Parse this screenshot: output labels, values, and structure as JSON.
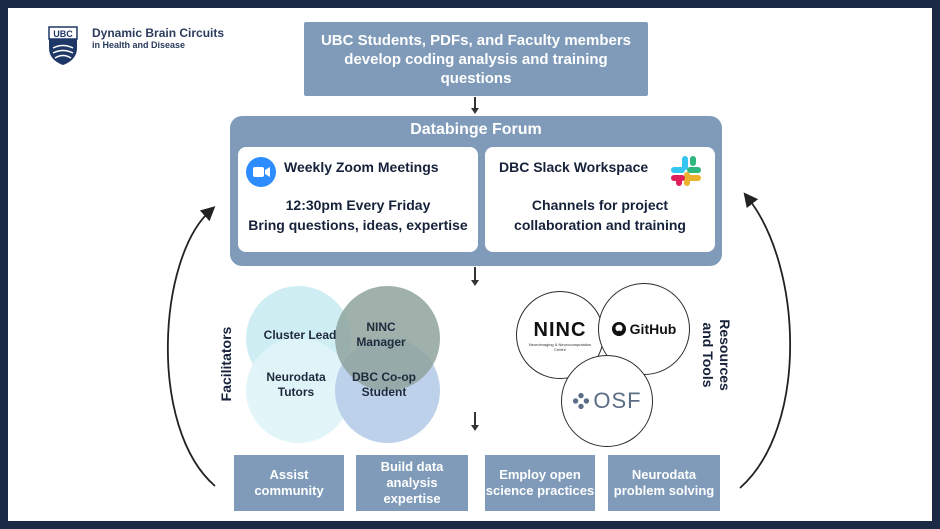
{
  "logo": {
    "mark_text": "UBC",
    "line1": "Dynamic Brain Circuits",
    "line2": "in Health and Disease"
  },
  "top_box": {
    "text": "UBC Students, PDFs, and Faculty members develop coding analysis and training questions"
  },
  "forum": {
    "title": "Databinge Forum",
    "left_card": {
      "title": "Weekly Zoom Meetings",
      "line1": "12:30pm Every Friday",
      "line2": "Bring questions, ideas, expertise",
      "icon": "zoom-icon"
    },
    "right_card": {
      "title": "DBC Slack Workspace",
      "line1": "Channels for project",
      "line2": "collaboration and training",
      "icon": "slack-icon"
    }
  },
  "facilitators": {
    "side_label": "Facilitators",
    "circles": [
      {
        "label": "Cluster Lead",
        "color": "#cfeef4"
      },
      {
        "label": "NINC Manager",
        "color": "#8fa39e"
      },
      {
        "label": "Neurodata Tutors",
        "color": "#dff4f7"
      },
      {
        "label": "DBC Co-op Student",
        "color": "#b8cde8"
      }
    ]
  },
  "resources": {
    "side_label_line1": "Resources",
    "side_label_line2": "and Tools",
    "ninc": {
      "text": "NINC",
      "subtext": "Neuroimaging & Neurocomputation Centre"
    },
    "github": {
      "text": "GitHub",
      "icon": "github-icon"
    },
    "osf": {
      "text": "OSF",
      "icon": "osf-icon"
    }
  },
  "outcomes": [
    "Assist community",
    "Build data analysis expertise",
    "Employ open science practices",
    "Neurodata problem solving"
  ],
  "colors": {
    "border": "#1b2a44",
    "box": "#7f9bb9",
    "zoom": "#2d8cff"
  }
}
